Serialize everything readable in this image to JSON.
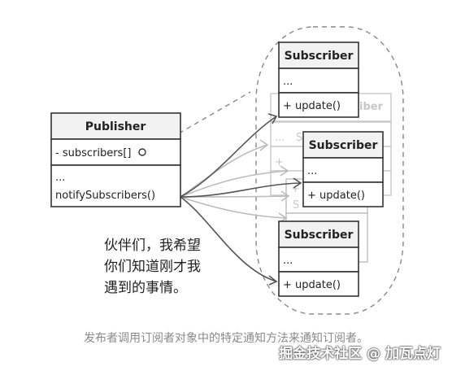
{
  "publisher": {
    "title": "Publisher",
    "field": "- subscribers[]",
    "ellipsis": "...",
    "method": "notifySubscribers()"
  },
  "subscriber": {
    "title": "Subscriber",
    "ellipsis": "...",
    "method": "+ update()"
  },
  "ghost": {
    "title_fragment": "iber",
    "ellipsis": "...",
    "plus": "+",
    "s": "S"
  },
  "speech_lines": [
    "伙伴们，我希望",
    "你们知道刚才我",
    "遇到的事情。"
  ],
  "caption": "发布者调用订阅者对象中的特定通知方法来通知订阅者。",
  "watermark": "掘金技术社区 @ 加瓦点灯"
}
